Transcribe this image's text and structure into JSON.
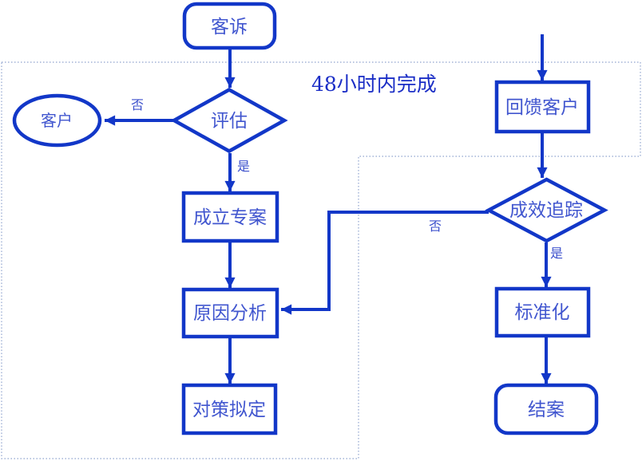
{
  "diagram": {
    "title": "customer-complaint-handling-flowchart",
    "zone_label": "48小时内完成",
    "nodes": {
      "complaint": {
        "label": "客诉",
        "type": "terminal"
      },
      "evaluate": {
        "label": "评估",
        "type": "decision"
      },
      "customer": {
        "label": "客户",
        "type": "ellipse"
      },
      "project": {
        "label": "成立专案",
        "type": "process"
      },
      "analysis": {
        "label": "原因分析",
        "type": "process"
      },
      "countermeasure": {
        "label": "对策拟定",
        "type": "process"
      },
      "feedback": {
        "label": "回馈客户",
        "type": "process"
      },
      "tracking": {
        "label": "成效追踪",
        "type": "decision"
      },
      "standardize": {
        "label": "标准化",
        "type": "process"
      },
      "close": {
        "label": "结案",
        "type": "terminal"
      }
    },
    "edge_labels": {
      "evaluate_no": "否",
      "evaluate_yes": "是",
      "tracking_no": "否",
      "tracking_yes": "是"
    },
    "colors": {
      "line": "#1237c8",
      "node_text": "#4156cf",
      "zone_text": "#1b2ec6",
      "dotted_border": "#8fa3ce"
    }
  }
}
